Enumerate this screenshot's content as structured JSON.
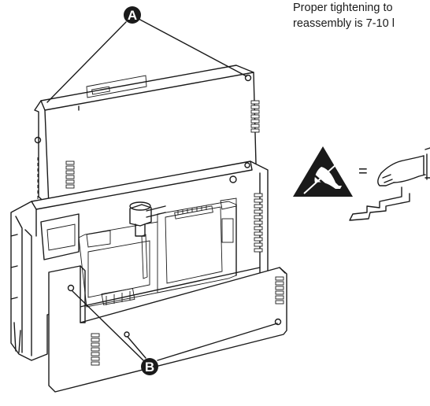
{
  "caption": {
    "line1": "Proper tightening to",
    "line2": "reassembly is 7-10 l"
  },
  "callouts": {
    "a": "A",
    "b": "B"
  },
  "esd": {
    "equals": "="
  },
  "icons": {
    "esd": "esd-warning-icon",
    "hand": "grounded-hand-icon"
  }
}
